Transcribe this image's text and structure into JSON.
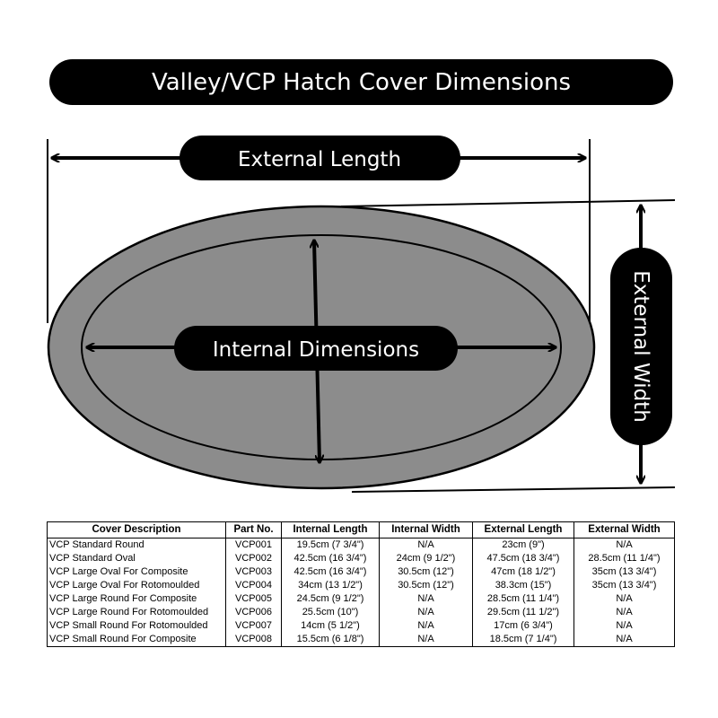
{
  "title": "Valley/VCP Hatch Cover Dimensions",
  "labels": {
    "external_length": "External Length",
    "internal_dimensions": "Internal Dimensions",
    "external_width": "External Width"
  },
  "colors": {
    "cover_fill": "#8c8c8c",
    "outline": "#000000",
    "label_background": "#000000",
    "label_text": "#ffffff"
  },
  "table": {
    "headers": [
      "Cover Description",
      "Part No.",
      "Internal Length",
      "Internal Width",
      "External Length",
      "External Width"
    ],
    "rows": [
      [
        "VCP Standard Round",
        "VCP001",
        "19.5cm (7 3/4\")",
        "N/A",
        "23cm (9\")",
        "N/A"
      ],
      [
        "VCP Standard Oval",
        "VCP002",
        "42.5cm (16 3/4\")",
        "24cm (9 1/2\")",
        "47.5cm (18 3/4\")",
        "28.5cm (11 1/4\")"
      ],
      [
        "VCP Large Oval For Composite",
        "VCP003",
        "42.5cm (16 3/4\")",
        "30.5cm (12\")",
        "47cm (18 1/2\")",
        "35cm (13 3/4\")"
      ],
      [
        "VCP Large Oval For Rotomoulded",
        "VCP004",
        "34cm (13 1/2\")",
        "30.5cm (12\")",
        "38.3cm (15\")",
        "35cm (13 3/4\")"
      ],
      [
        "VCP Large Round For Composite",
        "VCP005",
        "24.5cm (9 1/2\")",
        "N/A",
        "28.5cm (11 1/4\")",
        "N/A"
      ],
      [
        "VCP Large Round For Rotomoulded",
        "VCP006",
        "25.5cm (10\")",
        "N/A",
        "29.5cm (11 1/2\")",
        "N/A"
      ],
      [
        "VCP Small Round For Rotomoulded",
        "VCP007",
        "14cm (5 1/2\")",
        "N/A",
        "17cm (6 3/4\")",
        "N/A"
      ],
      [
        "VCP Small Round For Composite",
        "VCP008",
        "15.5cm (6 1/8\")",
        "N/A",
        "18.5cm (7 1/4\")",
        "N/A"
      ]
    ]
  }
}
